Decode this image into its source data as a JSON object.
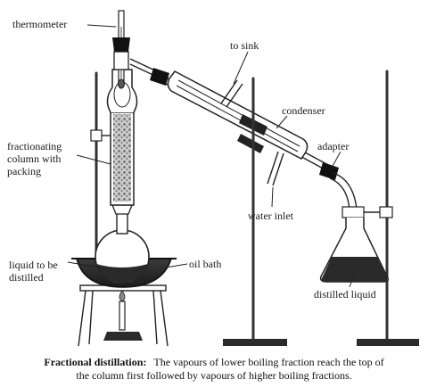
{
  "labels": {
    "thermometer": "thermometer",
    "to_sink": "to sink",
    "condenser": "condenser",
    "adapter": "adapter",
    "fractionating_1": "fractionating",
    "fractionating_2": "column with",
    "fractionating_3": "packing",
    "water_inlet": "water inlet",
    "liquid_1": "liquid to be",
    "liquid_2": "distilled",
    "oil_bath": "oil bath",
    "distilled_liquid": "distilled liquid"
  },
  "caption": {
    "bold": "Fractional distillation:",
    "line1": "The vapours of lower boiling fraction reach the top of",
    "line2": "the column first followed by vapours of higher boiling fractions."
  }
}
